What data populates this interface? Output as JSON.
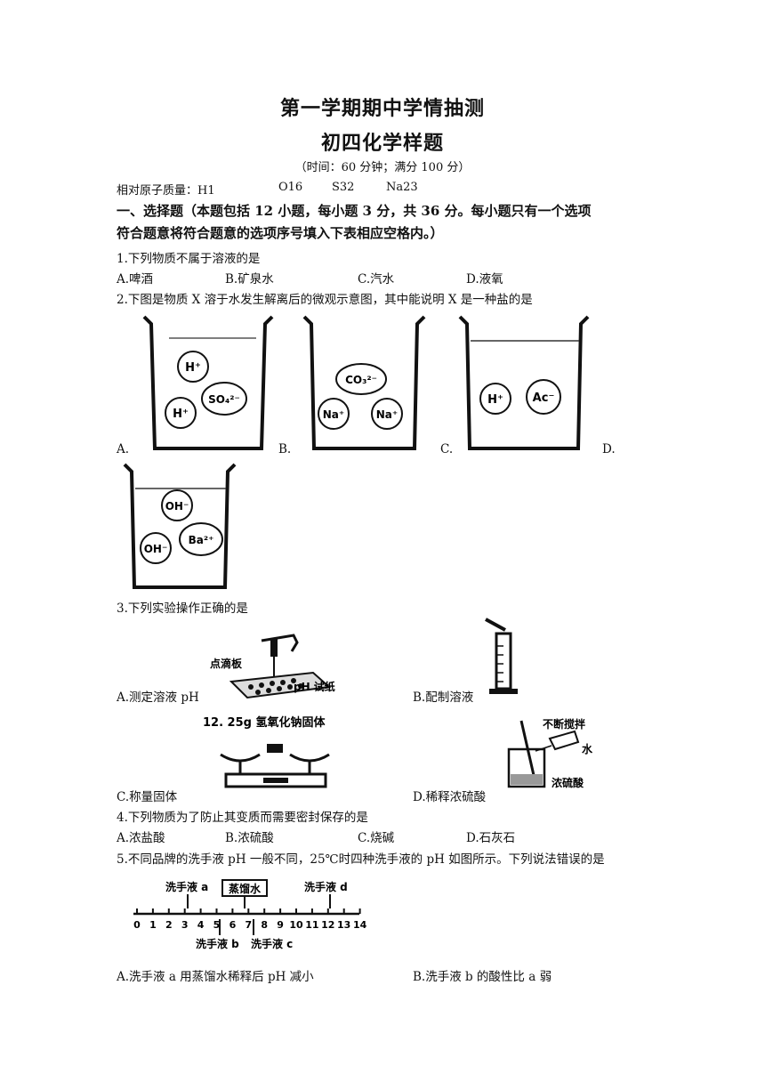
{
  "header": {
    "title1": "第一学期期中学情抽测",
    "title2": "初四化学样题",
    "time_note": "（时间：60 分钟；满分 100 分）",
    "atomic_mass_label": "相对原子质量：H1",
    "atomic_mass_O": "O16",
    "atomic_mass_S": "S32",
    "atomic_mass_Na": "Na23"
  },
  "section1": {
    "line1": "一、选择题（本题包括 12 小题，每小题 3 分，共 36 分。每小题只有一个选项",
    "line2": "符合题意将符合题意的选项序号填入下表相应空格内。）"
  },
  "q1": {
    "stem": "1.下列物质不属于溶液的是",
    "options": [
      "A.啤酒",
      "B.矿泉水",
      "C.汽水",
      "D.液氧"
    ]
  },
  "q2": {
    "stem": "2.下图是物质 X 溶于水发生解离后的微观示意图，其中能说明 X 是一种盐的是",
    "labels": [
      "A.",
      "B.",
      "C.",
      "D."
    ],
    "beakerA": [
      "H⁺",
      "SO₄²⁻",
      "H⁺"
    ],
    "beakerB": [
      "CO₃²⁻",
      "Na⁺",
      "Na⁺"
    ],
    "beakerC": [
      "H⁺",
      "Ac⁻"
    ],
    "beakerD": [
      "OH⁻",
      "OH⁻",
      "Ba²⁺"
    ]
  },
  "q3": {
    "stem": "3.下列实验操作正确的是",
    "optA": "A.测定溶液 pH",
    "optB": "B.配制溶液",
    "optC": "C.称量固体",
    "optD": "D.稀释浓硫酸",
    "figA_label1": "点滴板",
    "figA_label2": "pH 试纸",
    "figC_label": "12. 25g 氢氧化钠固体",
    "figD_label1": "不断搅拌",
    "figD_label2": "水",
    "figD_label3": "浓硫酸"
  },
  "q4": {
    "stem": "4.下列物质为了防止其变质而需要密封保存的是",
    "options": [
      "A.浓盐酸",
      "B.浓硫酸",
      "C.烧碱",
      "D.石灰石"
    ]
  },
  "q5": {
    "stem": "5.不同品牌的洗手液 pH 一般不同，25℃时四种洗手液的 pH 如图所示。下列说法错误的是",
    "scale_ticks": [
      "0",
      "1",
      "2",
      "3",
      "4",
      "5",
      "6",
      "7",
      "8",
      "9",
      "10",
      "11",
      "12",
      "13",
      "14"
    ],
    "label_a": "洗手液 a",
    "label_water": "蒸馏水",
    "label_d": "洗手液 d",
    "label_b": "洗手液 b",
    "label_c": "洗手液 c",
    "optA": "A.洗手液 a 用蒸馏水稀释后 pH 减小",
    "optB": "B.洗手液 b 的酸性比 a 弱"
  }
}
